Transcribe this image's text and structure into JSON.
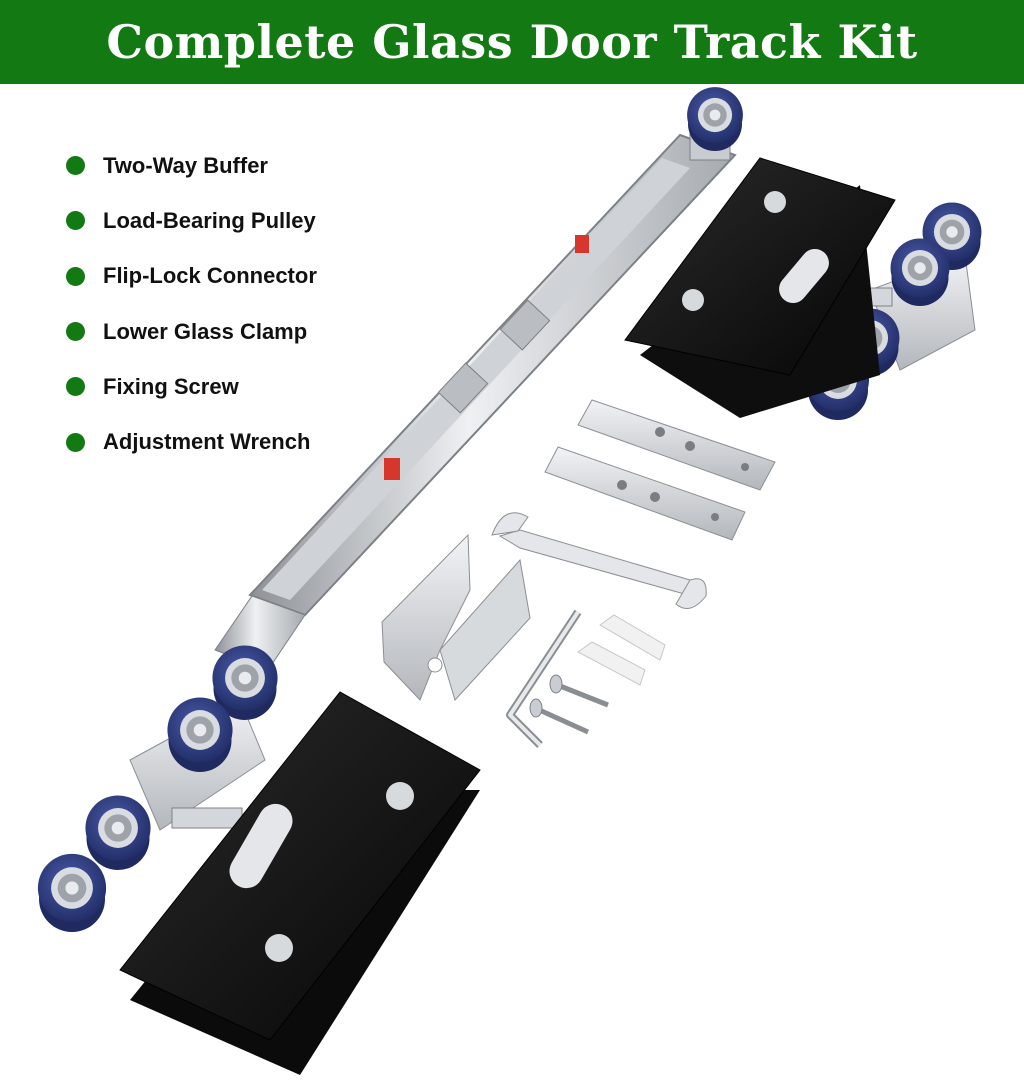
{
  "banner": {
    "title": "Complete Glass Door Track Kit",
    "background_color": "#137a13",
    "text_color": "#ffffff"
  },
  "features": [
    {
      "label": "Two-Way Buffer"
    },
    {
      "label": "Load-Bearing Pulley"
    },
    {
      "label": "Flip-Lock Connector"
    },
    {
      "label": "Lower Glass Clamp"
    },
    {
      "label": "Fixing Screw"
    },
    {
      "label": "Adjustment Wrench"
    }
  ],
  "bullet_color": "#137a13",
  "illustration": {
    "components": [
      "buffer-rail-icon",
      "roller-pulley-icon",
      "glass-clamp-icon",
      "connector-plate-icon",
      "floor-guide-icon",
      "wrench-icon",
      "hex-key-icon",
      "wall-anchor-icon",
      "screw-icon"
    ],
    "accent_colors": {
      "wheel": "#2f3f86",
      "rail": "#c9ccd1",
      "clamp": "#121212",
      "stopper": "#d6362b"
    }
  }
}
